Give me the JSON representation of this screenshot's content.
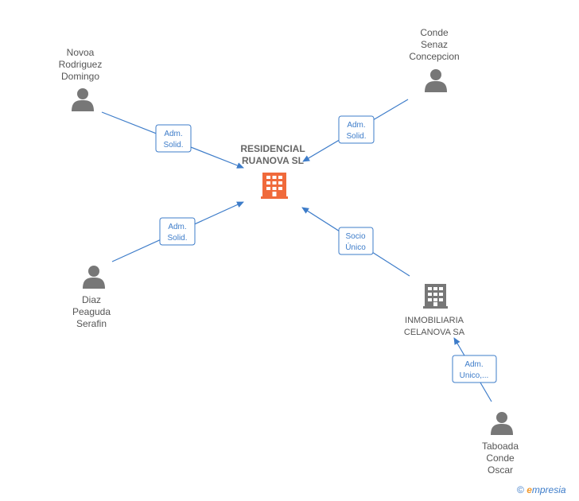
{
  "center": {
    "label": [
      "RESIDENCIAL",
      "RUANOVA SL"
    ],
    "icon": "building-icon",
    "color": "#f06a3b"
  },
  "people": [
    {
      "id": "novoa",
      "label": [
        "Novoa",
        "Rodriguez",
        "Domingo"
      ],
      "icon": "person-icon"
    },
    {
      "id": "conde",
      "label": [
        "Conde",
        "Senaz",
        "Concepcion"
      ],
      "icon": "person-icon"
    },
    {
      "id": "diaz",
      "label": [
        "Diaz",
        "Peaguda",
        "Serafin"
      ],
      "icon": "person-icon"
    },
    {
      "id": "taboada",
      "label": [
        "Taboada",
        "Conde",
        "Oscar"
      ],
      "icon": "person-icon"
    }
  ],
  "companies": [
    {
      "id": "inmobiliaria",
      "label": [
        "INMOBILIARIA",
        "CELANOVA SA"
      ],
      "icon": "building-icon",
      "color": "#777777"
    }
  ],
  "edges": [
    {
      "from": "novoa",
      "to": "center",
      "label": [
        "Adm.",
        "Solid."
      ]
    },
    {
      "from": "conde",
      "to": "center",
      "label": [
        "Adm.",
        "Solid."
      ]
    },
    {
      "from": "diaz",
      "to": "center",
      "label": [
        "Adm.",
        "Solid."
      ]
    },
    {
      "from": "inmobiliaria",
      "to": "center",
      "label": [
        "Socio",
        "Único"
      ]
    },
    {
      "from": "taboada",
      "to": "inmobiliaria",
      "label": [
        "Adm.",
        "Unico,..."
      ]
    }
  ],
  "colors": {
    "edge": "#3d7cc9",
    "person": "#777777"
  },
  "footer": {
    "copyright": "©",
    "brand_first": "e",
    "brand_rest": "mpresia"
  }
}
